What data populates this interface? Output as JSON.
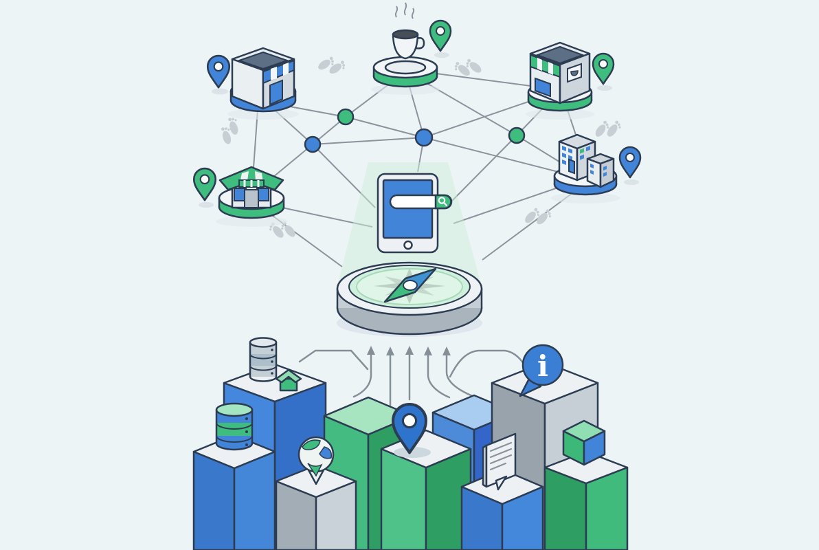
{
  "scene": {
    "background": "#edf4f6",
    "outline": "#2c3c52",
    "link_color": "#8b939c",
    "description": "Isometric illustration: network of local businesses feeding a search tablet over a compass, powered by data columns"
  },
  "palette": {
    "blue": "#4285d8",
    "blue_dark": "#3470c8",
    "blue_royal": "#3366c8",
    "blue_light": "#a9cdf1",
    "green": "#3fbd7e",
    "green_dark": "#2f9e63",
    "green_light": "#a7e4c0",
    "gray": "#98a3ac",
    "gray_light": "#c6cfd5",
    "face_white": "#edf1f4",
    "beam": "#cdeeda",
    "compass_face": "#cff0dc",
    "footprint": "#c7ced4"
  },
  "network": {
    "hubs": [
      {
        "id": "storefront",
        "icon": "storefront-icon",
        "platform_color": "blue"
      },
      {
        "id": "coffee",
        "icon": "coffee-cup-icon",
        "platform_color": "green"
      },
      {
        "id": "cafe-shop",
        "icon": "cafe-shop-icon",
        "platform_color": "green"
      },
      {
        "id": "market-stall",
        "icon": "market-stall-icon",
        "platform_color": "green"
      },
      {
        "id": "office-buildings",
        "icon": "office-buildings-icon",
        "platform_color": "blue"
      }
    ],
    "nodes": [
      {
        "color": "green"
      },
      {
        "color": "blue"
      },
      {
        "color": "blue"
      },
      {
        "color": "green"
      }
    ],
    "pins": [
      {
        "color": "blue"
      },
      {
        "color": "green"
      },
      {
        "color": "green"
      },
      {
        "color": "green"
      },
      {
        "color": "blue"
      }
    ],
    "footprint_trails": 6
  },
  "device": {
    "kind": "tablet",
    "screen_color": "#4285d8",
    "search_bar": {
      "value": "",
      "button_icon": "magnifier-icon",
      "button_color": "#3fbd7e"
    }
  },
  "compass": {
    "icon": "compass-icon",
    "face_color": "#cff0dc",
    "needle_colors": [
      "#3f93d2",
      "#3fbd7e"
    ]
  },
  "flow": {
    "arrow_count": 5,
    "direction": "up"
  },
  "data_columns": [
    {
      "id": "column-database-left",
      "icon": "database-icon",
      "color": "blue"
    },
    {
      "id": "column-database-house",
      "icons": [
        "database-icon",
        "home-icon"
      ],
      "color": "blue"
    },
    {
      "id": "column-green-box",
      "icon": "",
      "color": "green"
    },
    {
      "id": "column-blue-box",
      "icon": "",
      "color": "blue"
    },
    {
      "id": "column-info",
      "icon": "info-bubble-icon",
      "color": "gray"
    },
    {
      "id": "column-location-pin",
      "icon": "location-pin-icon",
      "color": "green"
    },
    {
      "id": "column-globe",
      "icon": "globe-pin-icon",
      "color": "gray"
    },
    {
      "id": "column-cube",
      "icon": "cube-icon",
      "color": "green"
    },
    {
      "id": "column-document",
      "icon": "document-icon",
      "color": "blue"
    }
  ],
  "info_glyph": "i"
}
